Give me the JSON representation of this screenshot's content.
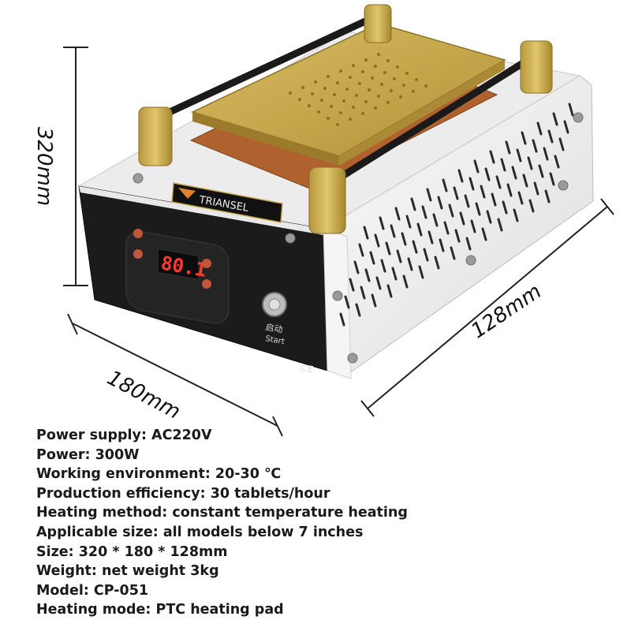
{
  "dimensions": {
    "height": "320mm",
    "width": "180mm",
    "depth": "128mm"
  },
  "device": {
    "brand_label": "TRIANSEL",
    "display_reading": "80.1",
    "start_label_cn": "启动",
    "start_label_en": "Start",
    "ce_mark": "CE"
  },
  "specs": [
    "Power supply: AC220V",
    "Power: 300W",
    "Working environment: 20-30 ℃",
    "Production efficiency: 30 tablets/hour",
    "Heating method: constant temperature heating",
    "Applicable size: all models below 7 inches",
    "Size: 320 * 180 * 128mm",
    "Weight: net weight 3kg",
    "Model: CP-051",
    "Heating mode: PTC heating pad"
  ],
  "colors": {
    "body_white": "#f2f2f2",
    "front_panel": "#1b1b1b",
    "gold_plate": "#c9a84a",
    "copper_pad": "#b0622e",
    "led_red": "#ff3b30"
  }
}
